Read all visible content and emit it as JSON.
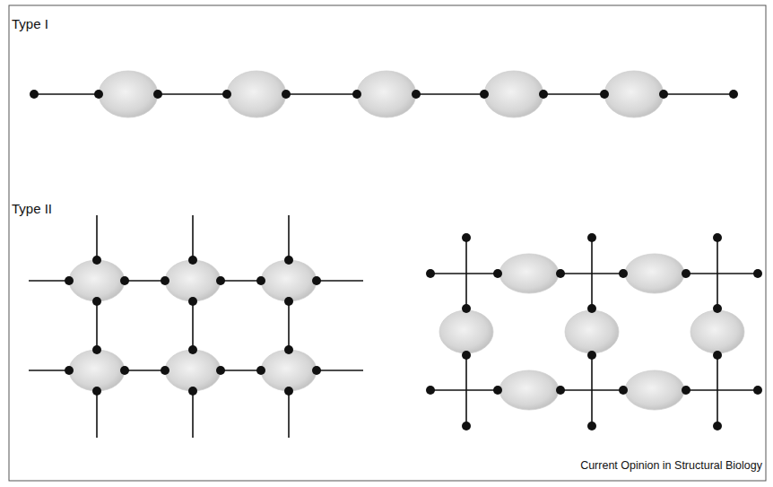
{
  "diagram": {
    "labels": [
      "Type I",
      "Type II",
      "Current Opinion in Structural Biology"
    ]
  }
}
